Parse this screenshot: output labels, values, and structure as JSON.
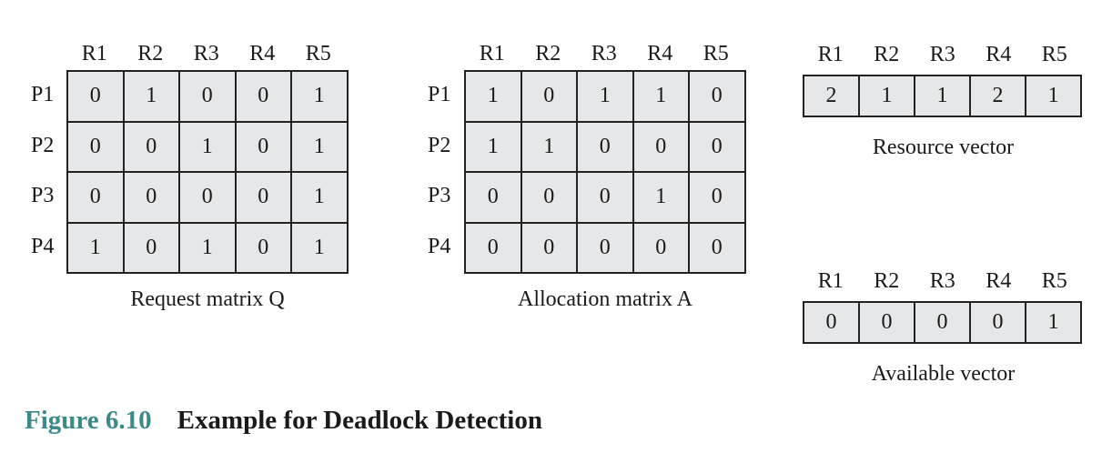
{
  "request_matrix": {
    "caption": "Request matrix Q",
    "columns": [
      "R1",
      "R2",
      "R3",
      "R4",
      "R5"
    ],
    "rows": [
      {
        "label": "P1",
        "cells": [
          "0",
          "1",
          "0",
          "0",
          "1"
        ]
      },
      {
        "label": "P2",
        "cells": [
          "0",
          "0",
          "1",
          "0",
          "1"
        ]
      },
      {
        "label": "P3",
        "cells": [
          "0",
          "0",
          "0",
          "0",
          "1"
        ]
      },
      {
        "label": "P4",
        "cells": [
          "1",
          "0",
          "1",
          "0",
          "1"
        ]
      }
    ]
  },
  "allocation_matrix": {
    "caption": "Allocation matrix A",
    "columns": [
      "R1",
      "R2",
      "R3",
      "R4",
      "R5"
    ],
    "rows": [
      {
        "label": "P1",
        "cells": [
          "1",
          "0",
          "1",
          "1",
          "0"
        ]
      },
      {
        "label": "P2",
        "cells": [
          "1",
          "1",
          "0",
          "0",
          "0"
        ]
      },
      {
        "label": "P3",
        "cells": [
          "0",
          "0",
          "0",
          "1",
          "0"
        ]
      },
      {
        "label": "P4",
        "cells": [
          "0",
          "0",
          "0",
          "0",
          "0"
        ]
      }
    ]
  },
  "resource_vector": {
    "caption": "Resource vector",
    "columns": [
      "R1",
      "R2",
      "R3",
      "R4",
      "R5"
    ],
    "cells": [
      "2",
      "1",
      "1",
      "2",
      "1"
    ]
  },
  "available_vector": {
    "caption": "Available vector",
    "columns": [
      "R1",
      "R2",
      "R3",
      "R4",
      "R5"
    ],
    "cells": [
      "0",
      "0",
      "0",
      "0",
      "1"
    ]
  },
  "figure": {
    "number": "Figure 6.10",
    "title": "Example for Deadlock Detection",
    "number_color": "#3a8a8a"
  }
}
